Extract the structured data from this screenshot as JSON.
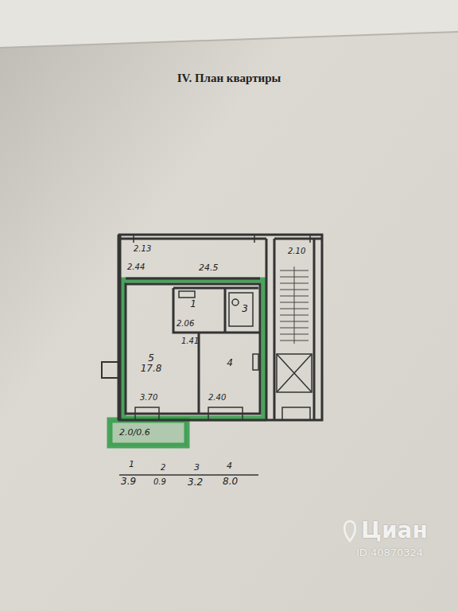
{
  "diagram": {
    "title": "IV. План квартиры",
    "nodes": [
      {
        "text": [
          "1"
        ]
      },
      {
        "text": [
          "3"
        ]
      },
      {
        "text": [
          "5",
          "17.8"
        ]
      },
      {
        "text": [
          "4"
        ]
      }
    ],
    "labels": [
      "2.13",
      "2.44",
      "24.5",
      "2.10",
      "2.06",
      "1.41",
      "3.70",
      "2.40",
      "2.0/0.6",
      "1",
      "2",
      "3",
      "4",
      "3.9",
      "0.9",
      "3.2",
      "8.0",
      "Циан",
      "ID 40870324"
    ]
  }
}
